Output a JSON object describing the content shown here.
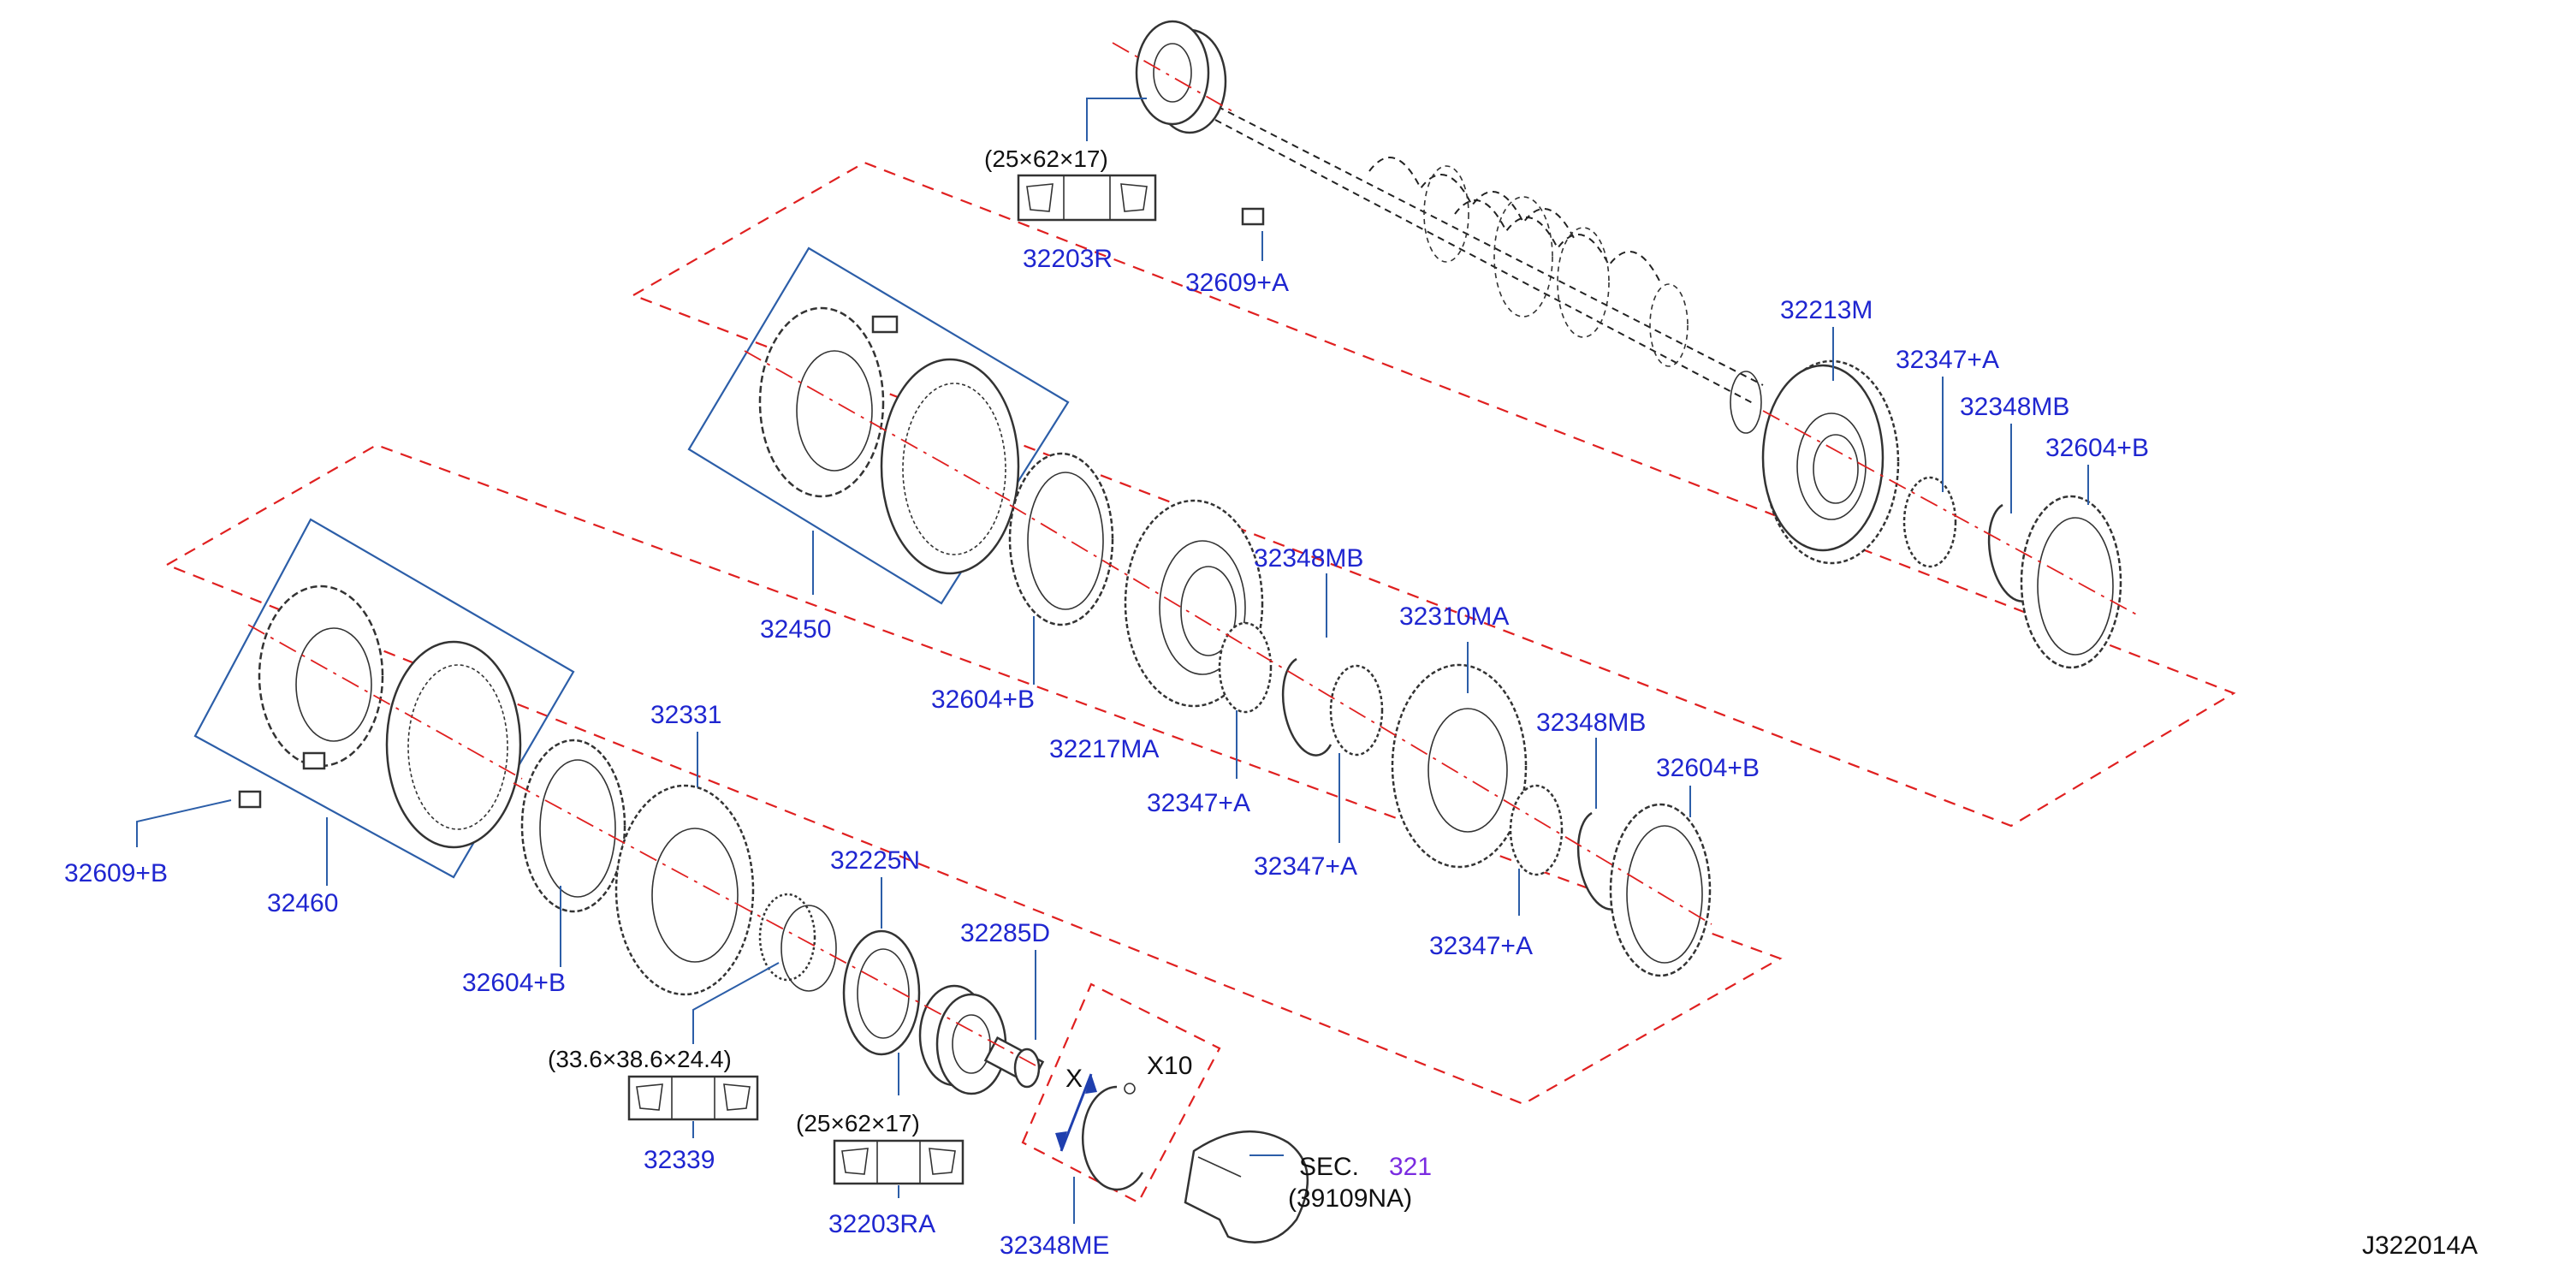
{
  "diagram": {
    "code": "J322014A",
    "colors": {
      "part_number": "#1f26d0",
      "section_ref": "#7a2be0",
      "leader": "#2c5ea8",
      "group_outline": "#e02020",
      "drawing": "#333333"
    },
    "parts": {
      "p32203R": {
        "number": "32203R",
        "dims": "(25×62×17)"
      },
      "p32609A": {
        "number": "32609+A"
      },
      "p32213M": {
        "number": "32213M"
      },
      "p32347A_1": {
        "number": "32347+A"
      },
      "p32348MB_1": {
        "number": "32348MB"
      },
      "p32604B_1": {
        "number": "32604+B"
      },
      "p32450": {
        "number": "32450"
      },
      "p32604B_2": {
        "number": "32604+B"
      },
      "p32348MB_2": {
        "number": "32348MB"
      },
      "p32310MA": {
        "number": "32310MA"
      },
      "p32217MA": {
        "number": "32217MA"
      },
      "p32347A_2": {
        "number": "32347+A"
      },
      "p32348MB_3": {
        "number": "32348MB"
      },
      "p32604B_3": {
        "number": "32604+B"
      },
      "p32347A_3": {
        "number": "32347+A"
      },
      "p32347A_4": {
        "number": "32347+A"
      },
      "p32331": {
        "number": "32331"
      },
      "p32609B": {
        "number": "32609+B"
      },
      "p32460": {
        "number": "32460"
      },
      "p32604B_4": {
        "number": "32604+B"
      },
      "p32225N": {
        "number": "32225N"
      },
      "p32285D": {
        "number": "32285D"
      },
      "p32339": {
        "number": "32339",
        "dims": "(33.6×38.6×24.4)"
      },
      "p32203RA": {
        "number": "32203RA",
        "dims": "(25×62×17)"
      },
      "p32348ME": {
        "number": "32348ME",
        "dim_x": "X",
        "dim_x10": "X10"
      }
    },
    "section": {
      "prefix": "SEC.",
      "number": "321",
      "sub": "(39109NA)"
    }
  }
}
